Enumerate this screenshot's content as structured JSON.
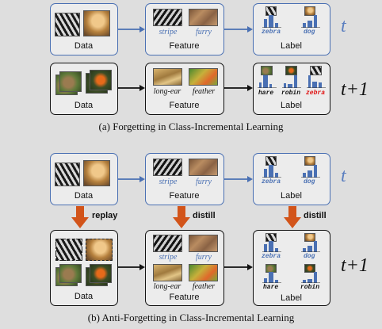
{
  "panel_a": {
    "top": {
      "data_label": "Data",
      "feature_label": "Feature",
      "label_label": "Label",
      "feature_words": [
        "stripe",
        "furry"
      ],
      "classes": [
        "zebra",
        "dog"
      ],
      "timestep": "t"
    },
    "bottom": {
      "data_label": "Data",
      "feature_label": "Feature",
      "label_label": "Label",
      "feature_words": [
        "long-ear",
        "feather"
      ],
      "classes": [
        "hare",
        "robin",
        "zebra"
      ],
      "timestep": "t+1"
    },
    "caption": "(a) Forgetting in Class-Incremental Learning"
  },
  "panel_b": {
    "top": {
      "data_label": "Data",
      "feature_label": "Feature",
      "label_label": "Label",
      "feature_words": [
        "stripe",
        "furry"
      ],
      "classes": [
        "zebra",
        "dog"
      ],
      "timestep": "t"
    },
    "arrows": [
      "replay",
      "distill",
      "distill"
    ],
    "bottom": {
      "data_label": "Data",
      "feature_label": "Feature",
      "label_label": "Label",
      "feature_words": [
        "stripe",
        "furry",
        "long-ear",
        "feather"
      ],
      "classes": [
        "zebra",
        "dog",
        "hare",
        "robin"
      ],
      "timestep": "t+1"
    },
    "caption": "(b) Anti-Forgetting in Class-Incremental Learning"
  },
  "colors": {
    "blue_border": "#4a70b3",
    "black_border": "#111111",
    "forgotten_class": "#e01010",
    "new_class": "#111111",
    "old_class": "#4a70b3",
    "timestep_t": "#5b7fc0",
    "transfer_arrow": "#d2541a"
  },
  "icons": [
    "zebra-image",
    "dog-image",
    "hare-image",
    "robin-image",
    "stripe-texture",
    "fur-texture",
    "ear-texture",
    "feather-texture",
    "bar-histogram"
  ]
}
